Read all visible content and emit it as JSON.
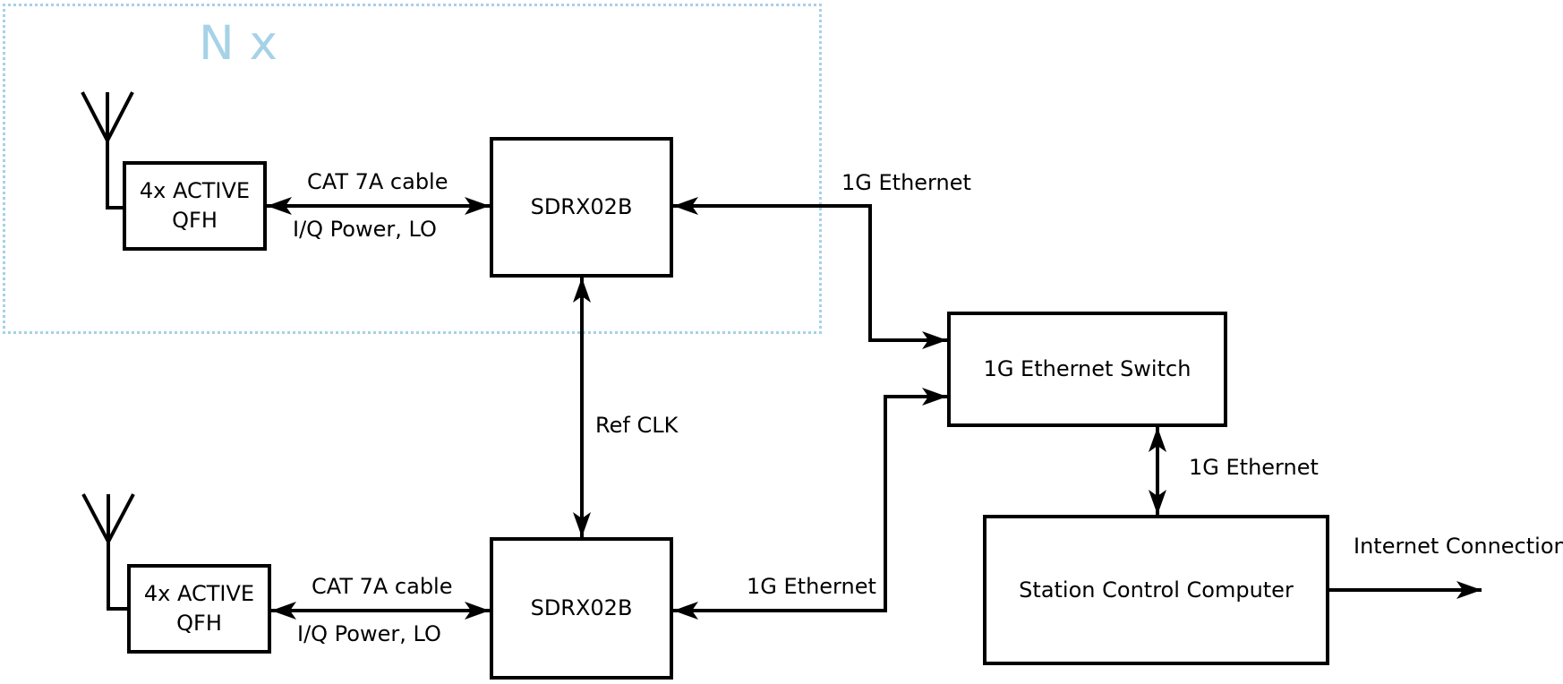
{
  "colors": {
    "accent_blue": "#a5d2e6",
    "line_black": "#000000",
    "background": "#ffffff"
  },
  "group": {
    "replication_label": "N x"
  },
  "nodes": {
    "qfh_top": {
      "label": "4x ACTIVE\nQFH"
    },
    "sdrx_top": {
      "label": "SDRX02B"
    },
    "qfh_bottom": {
      "label": "4x ACTIVE\nQFH"
    },
    "sdrx_bottom": {
      "label": "SDRX02B"
    },
    "ethernet_switch": {
      "label": "1G Ethernet Switch"
    },
    "station_computer": {
      "label": "Station Control Computer"
    }
  },
  "edges": {
    "cat7a_top": {
      "label_above": "CAT 7A cable",
      "label_below": "I/Q Power, LO"
    },
    "cat7a_bottom": {
      "label_above": "CAT 7A cable",
      "label_below": "I/Q Power, LO"
    },
    "ref_clk": {
      "label": "Ref CLK"
    },
    "ethernet_top": {
      "label": "1G Ethernet"
    },
    "ethernet_bottom": {
      "label": "1G Ethernet"
    },
    "ethernet_switch_computer": {
      "label": "1G Ethernet"
    },
    "internet": {
      "label": "Internet Connection"
    }
  },
  "icons": [
    {
      "name": "antenna-icon-top",
      "shape": "three-prong antenna"
    },
    {
      "name": "antenna-icon-bottom",
      "shape": "three-prong antenna"
    }
  ]
}
